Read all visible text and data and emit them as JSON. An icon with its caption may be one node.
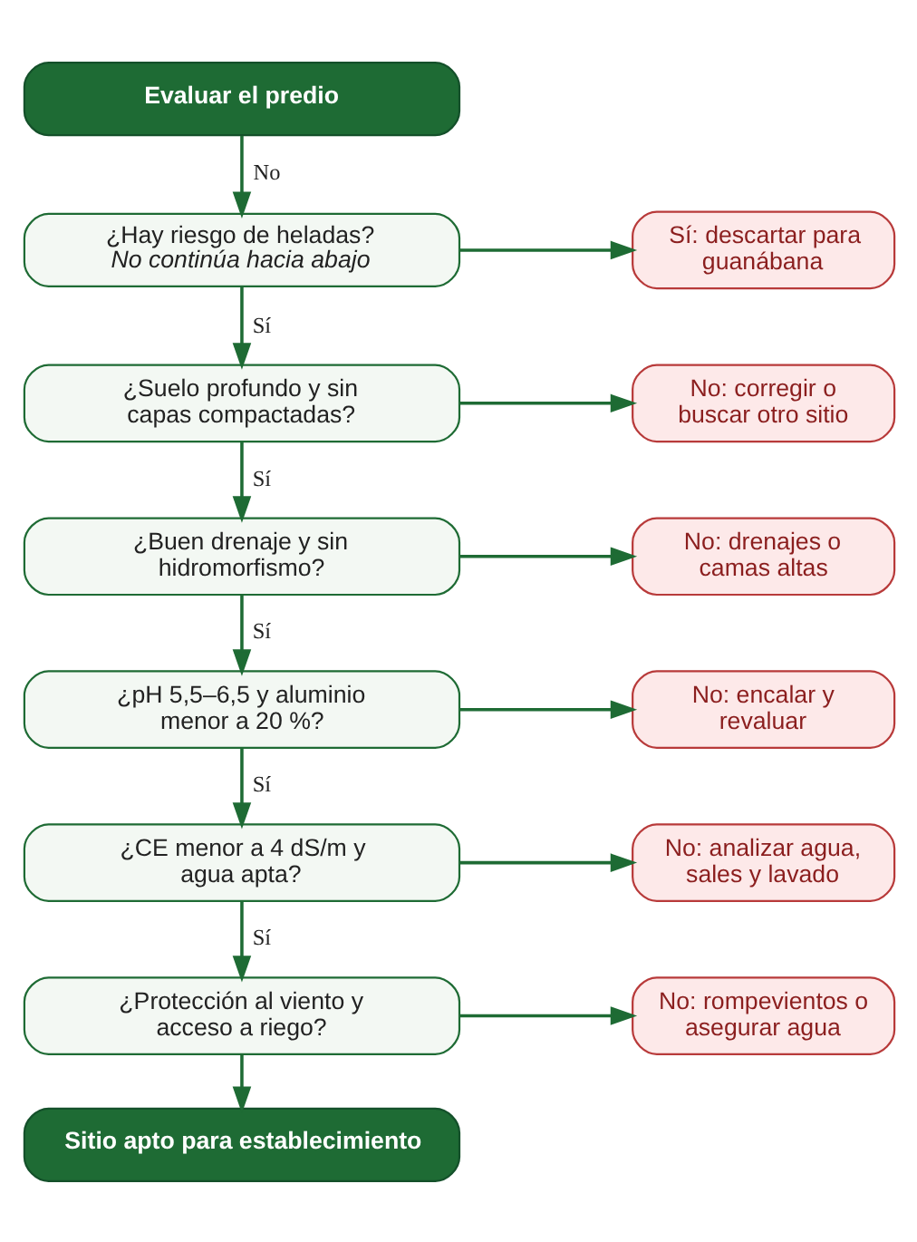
{
  "diagram": {
    "nodes": [
      {
        "text": [
          "Evaluar el predio"
        ]
      },
      {
        "text": [
          "¿Hay riesgo de heladas?",
          "No continúa hacia abajo"
        ]
      },
      {
        "text": [
          "Sí: descartar para guanábana"
        ]
      },
      {
        "text": [
          "¿Suelo profundo y sin capas compactadas?"
        ]
      },
      {
        "text": [
          "No: corregir o buscar otro sitio"
        ]
      },
      {
        "text": [
          "¿Buen drenaje y sin hidromorfismo?"
        ]
      },
      {
        "text": [
          "No: drenajes o camas altas"
        ]
      },
      {
        "text": [
          "¿pH 5,5–6,5 y aluminio menor a 20 %?"
        ]
      },
      {
        "text": [
          "No: encalar y revaluar"
        ]
      },
      {
        "text": [
          "¿CE menor a 4 dS/m y agua apta?"
        ]
      },
      {
        "text": [
          "No: analizar agua, sales y lavado"
        ]
      },
      {
        "text": [
          "¿Protección al viento y acceso a riego?"
        ]
      },
      {
        "text": [
          "No: rompevientos o asegurar agua"
        ]
      },
      {
        "text": [
          "Sitio apto para establecimiento"
        ]
      }
    ],
    "edges": [
      {
        "from": 0,
        "to": 1,
        "arrow": "to",
        "label": "No"
      },
      {
        "from": 1,
        "to": 2,
        "arrow": "to"
      },
      {
        "from": 1,
        "to": 3,
        "arrow": "to",
        "label": "Sí"
      },
      {
        "from": 3,
        "to": 4,
        "arrow": "to"
      },
      {
        "from": 3,
        "to": 5,
        "arrow": "to",
        "label": "Sí"
      },
      {
        "from": 5,
        "to": 6,
        "arrow": "to"
      },
      {
        "from": 5,
        "to": 7,
        "arrow": "to",
        "label": "Sí"
      },
      {
        "from": 7,
        "to": 8,
        "arrow": "to"
      },
      {
        "from": 7,
        "to": 9,
        "arrow": "to",
        "label": "Sí"
      },
      {
        "from": 9,
        "to": 10,
        "arrow": "to"
      },
      {
        "from": 9,
        "to": 11,
        "arrow": "to",
        "label": "Sí"
      },
      {
        "from": 11,
        "to": 12,
        "arrow": "to"
      },
      {
        "from": 11,
        "to": 13,
        "arrow": "to"
      }
    ]
  }
}
